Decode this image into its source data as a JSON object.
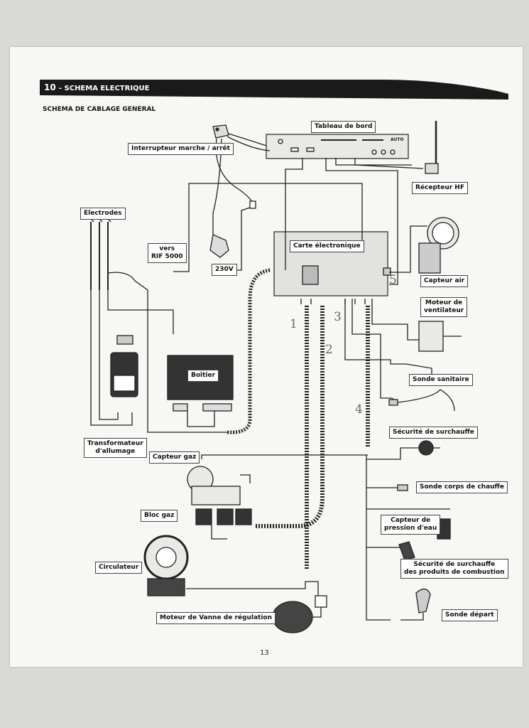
{
  "header": {
    "section_number": "10",
    "section_title": "- SCHEMA ELECTRIQUE"
  },
  "subtitle": "SCHEMA DE CABLAGE GENERAL",
  "labels": {
    "tableau": "Tableau de bord",
    "interrupteur": "Interrupteur marche / arrêt",
    "recepteur": "Récepteur HF",
    "electrodes": "Electrodes",
    "vers_line1": "vers",
    "vers_line2": "RIF 5000",
    "carte": "Carte électronique",
    "v230": "230V",
    "capteur_air": "Capteur air",
    "moteur_vent_line1": "Moteur de",
    "moteur_vent_line2": "ventilateur",
    "boitier": "Boîtier",
    "sonde_sanitaire": "Sonde sanitaire",
    "securite_surchauffe": "Sécurité de surchauffe",
    "transfo_line1": "Transformateur",
    "transfo_line2": "d'allumage",
    "capteur_gaz": "Capteur gaz",
    "sonde_corps": "Sonde corps de chauffe",
    "bloc_gaz": "Bloc gaz",
    "capteur_pression_line1": "Capteur de",
    "capteur_pression_line2": "pression d'eau",
    "circulateur": "Circulateur",
    "securite_produits_line1": "Sécurité de surchauffe",
    "securite_produits_line2": "des produits de combustion",
    "sonde_depart": "Sonde départ",
    "moteur_vanne": "Moteur de Vanne de régulation"
  },
  "panel": {
    "auto_text": "AUTO"
  },
  "handwritten": [
    "1",
    "2",
    "3",
    "4",
    "5"
  ],
  "page_number": "13",
  "colors": {
    "title_band": "#1a1a1a",
    "paper": "#f7f7f4",
    "wire": "#222222",
    "background": "#d9d9d6"
  }
}
